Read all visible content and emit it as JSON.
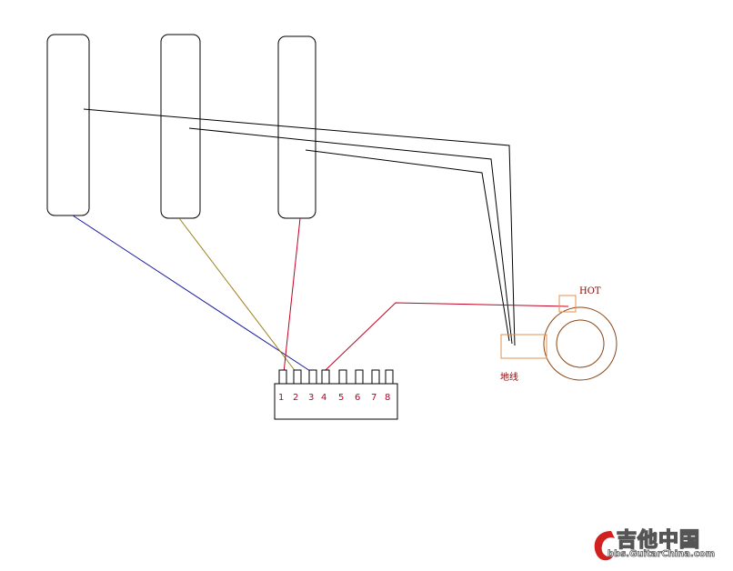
{
  "diagram": {
    "pickups": [
      "pickup-neck",
      "pickup-middle",
      "pickup-bridge"
    ],
    "switch_pins": [
      "1",
      "2",
      "3",
      "4",
      "5",
      "6",
      "7",
      "8"
    ],
    "jack": {
      "hot_label": "HOT",
      "ground_label": "地线"
    },
    "colors": {
      "ground_wire": "#000000",
      "blue_wire": "#1a1aa0",
      "olive_wire": "#a08020",
      "red_wire": "#c00020",
      "jack": "#8b4513",
      "terminal": "#e09050"
    }
  },
  "watermark": {
    "title": "吉他中国",
    "url": "bbs.GuitarChina.com"
  }
}
